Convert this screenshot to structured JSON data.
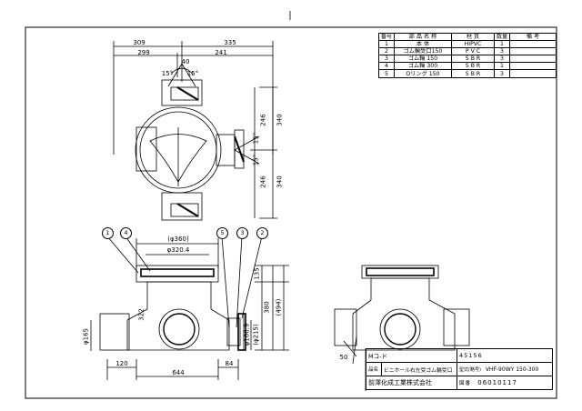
{
  "drawing": {
    "top_view": {
      "dims": [
        "309",
        "335",
        "299",
        "241",
        "40",
        "15°",
        "15°",
        "246",
        "340",
        "15°",
        "15°",
        "246",
        "340"
      ]
    },
    "front_view": {
      "dims": [
        "(φ360)",
        "φ320.4",
        "135",
        "380",
        "(494)",
        "322",
        "φ166.9",
        "(φ215)",
        "φ165",
        "120",
        "644",
        "84"
      ]
    },
    "side_view": {
      "dims": [
        "50"
      ]
    },
    "callouts": [
      "1",
      "4",
      "5",
      "3",
      "2"
    ]
  },
  "parts_table": {
    "headers": [
      "番号",
      "部 品 名 称",
      "材 質",
      "数量",
      "備 考"
    ],
    "rows": [
      [
        "1",
        "本 体",
        "HIPVC",
        "1",
        ""
      ],
      [
        "2",
        "ゴム輪受口150",
        "P V C",
        "3",
        ""
      ],
      [
        "3",
        "ゴム輪 150",
        "S B R",
        "3",
        ""
      ],
      [
        "4",
        "ゴム輪 300",
        "S B R",
        "1",
        ""
      ],
      [
        "5",
        "Oリング 150",
        "S B R",
        "3",
        ""
      ]
    ]
  },
  "title_block": {
    "code_label": "Mコ-ド",
    "code_value": "45156",
    "name_label": "品名",
    "name_value": "ビニホール右左受ゴム輪受口",
    "model_label": "型式(略号)",
    "model_value": "VHF-90WY 150-300",
    "company": "前澤化成工業株式会社",
    "doc_label": "図番",
    "doc_value": "06010117"
  }
}
